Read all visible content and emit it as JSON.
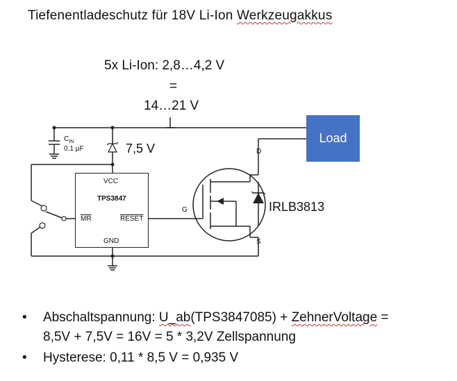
{
  "title": {
    "prefix": "Tiefenentladeschutz für 18V Li-Ion ",
    "suffix": "Werkzeugakkus"
  },
  "battery": {
    "line1": "5x Li-Ion: 2,8…4,2 V",
    "line2": "=",
    "line3": "14…21 V"
  },
  "components": {
    "cin_label": "C",
    "cin_sub": "IN",
    "cin_value": "0.1 µF",
    "zener_label": "7,5 V",
    "load_label": "Load",
    "chip_vcc": "VCC",
    "chip_name": "TPS3847",
    "chip_mr": "MR",
    "chip_reset": "RESET",
    "chip_gnd": "GND",
    "mosfet_name": "IRLB3813",
    "pin_d": "D",
    "pin_g": "G",
    "pin_s": "S"
  },
  "colors": {
    "load_fill": "#4472c4",
    "spell_underline": "#c0392b"
  },
  "bullets": {
    "b1_pre": "Abschaltspannung:  ",
    "b1_uab": "U_ab",
    "b1_mid": "(TPS3847085) + ",
    "b1_zv": "ZehnerVoltage",
    "b1_post": " =",
    "b1_line2": "8,5V + 7,5V = 16V = 5 * 3,2V Zellspannung",
    "b2": "Hysterese: 0,11 * 8,5 V = 0,935 V"
  }
}
